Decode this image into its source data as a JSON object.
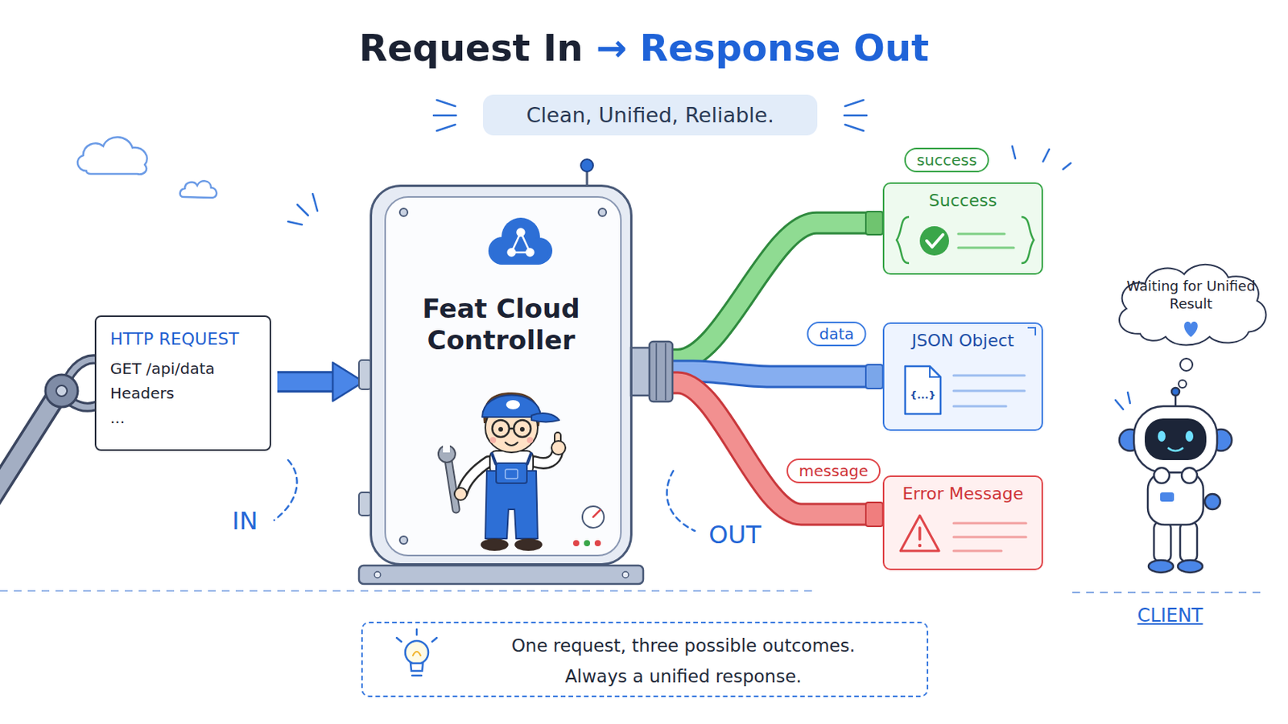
{
  "diagram": {
    "title": "Request In → Response Out",
    "nodes": [
      {
        "text": [
          "Clean, Unified, Reliable."
        ]
      },
      {
        "text": [
          "HTTP REQUEST",
          "GET /api/data",
          "Headers",
          "..."
        ]
      },
      {
        "text": [
          "Feat Cloud Controller"
        ]
      },
      {
        "text": [
          "Success"
        ]
      },
      {
        "text": [
          "JSON Object"
        ]
      },
      {
        "text": [
          "Error Message"
        ]
      },
      {
        "text": [
          "Waiting for Unified Result"
        ]
      },
      {
        "text": [
          "One request, three possible outcomes.",
          "Always a unified response."
        ]
      }
    ],
    "edges": [
      {
        "from": 1,
        "to": 2,
        "arrow": "to"
      },
      {
        "from": 2,
        "to": 3,
        "arrow": "none",
        "label": "success"
      },
      {
        "from": 2,
        "to": 4,
        "arrow": "none",
        "label": "data"
      },
      {
        "from": 2,
        "to": 5,
        "arrow": "none",
        "label": "message"
      }
    ],
    "labels": [
      "IN",
      "OUT",
      "CLIENT",
      "{...}"
    ]
  }
}
